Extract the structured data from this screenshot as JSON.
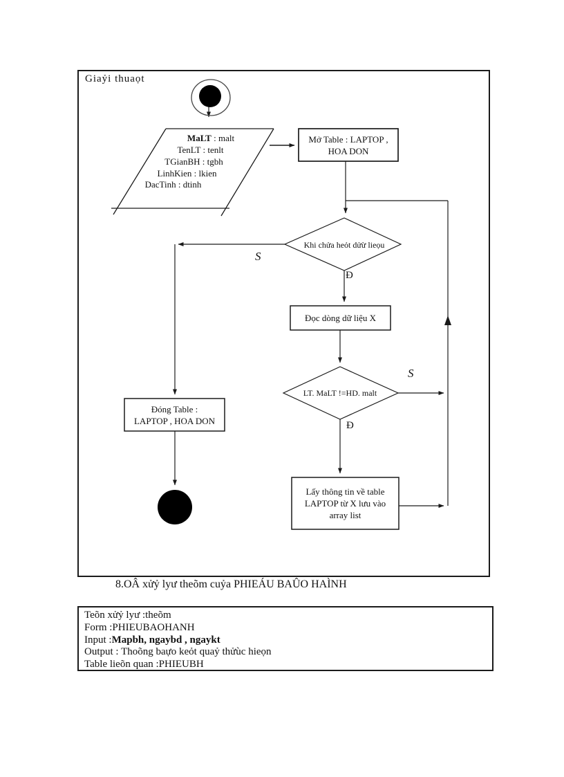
{
  "page": {
    "algorithm_label": "Giaỷi thuaọt",
    "caption": "8.OÂ xửỷ lyư theõm cuỷa PHIEÁU BAÛO HAÌNH"
  },
  "flowchart": {
    "input_parallelogram": {
      "line1_bold": "MaLT",
      "line1_rest": " : malt",
      "line2": "TenLT : tenlt",
      "line3": "TGianBH : tgbh",
      "line4": "LinhKien : lkien",
      "line5": "DacTinh : dtinh"
    },
    "open_table_box": {
      "line1": "Mở Table : LAPTOP ,",
      "line2": "HOA DON"
    },
    "decision1": {
      "text": "Khi chửa heỏt dửừ lieọu",
      "yes_label": "Đ",
      "no_label": "S"
    },
    "read_box": {
      "text": "Đọc dòng dữ liệu X"
    },
    "decision2": {
      "text": "LT. MaLT !=HD. malt",
      "yes_label": "Đ",
      "no_label": "S"
    },
    "close_table_box": {
      "line1": "Đóng Table :",
      "line2": "LAPTOP , HOA DON"
    },
    "collect_box": {
      "line1": "Lấy thông tin về table",
      "line2": "LAPTOP từ X lưu vào",
      "line3": "array list"
    }
  },
  "info_box": {
    "line1": "Teõn xửỷ lyư :theõm",
    "line2": "Form :PHIEUBAOHANH",
    "line3_label": "Input :",
    "line3_value": "Mapbh, ngaybd , ngaykt",
    "line4": "Output : Thoõng baựo keỏt quaỷ thửùc hieọn",
    "line5": "Table lieõn quan :PHIEUBH"
  },
  "colors": {
    "line": "#1a1a1a",
    "fill": "#000000",
    "background": "#ffffff"
  }
}
